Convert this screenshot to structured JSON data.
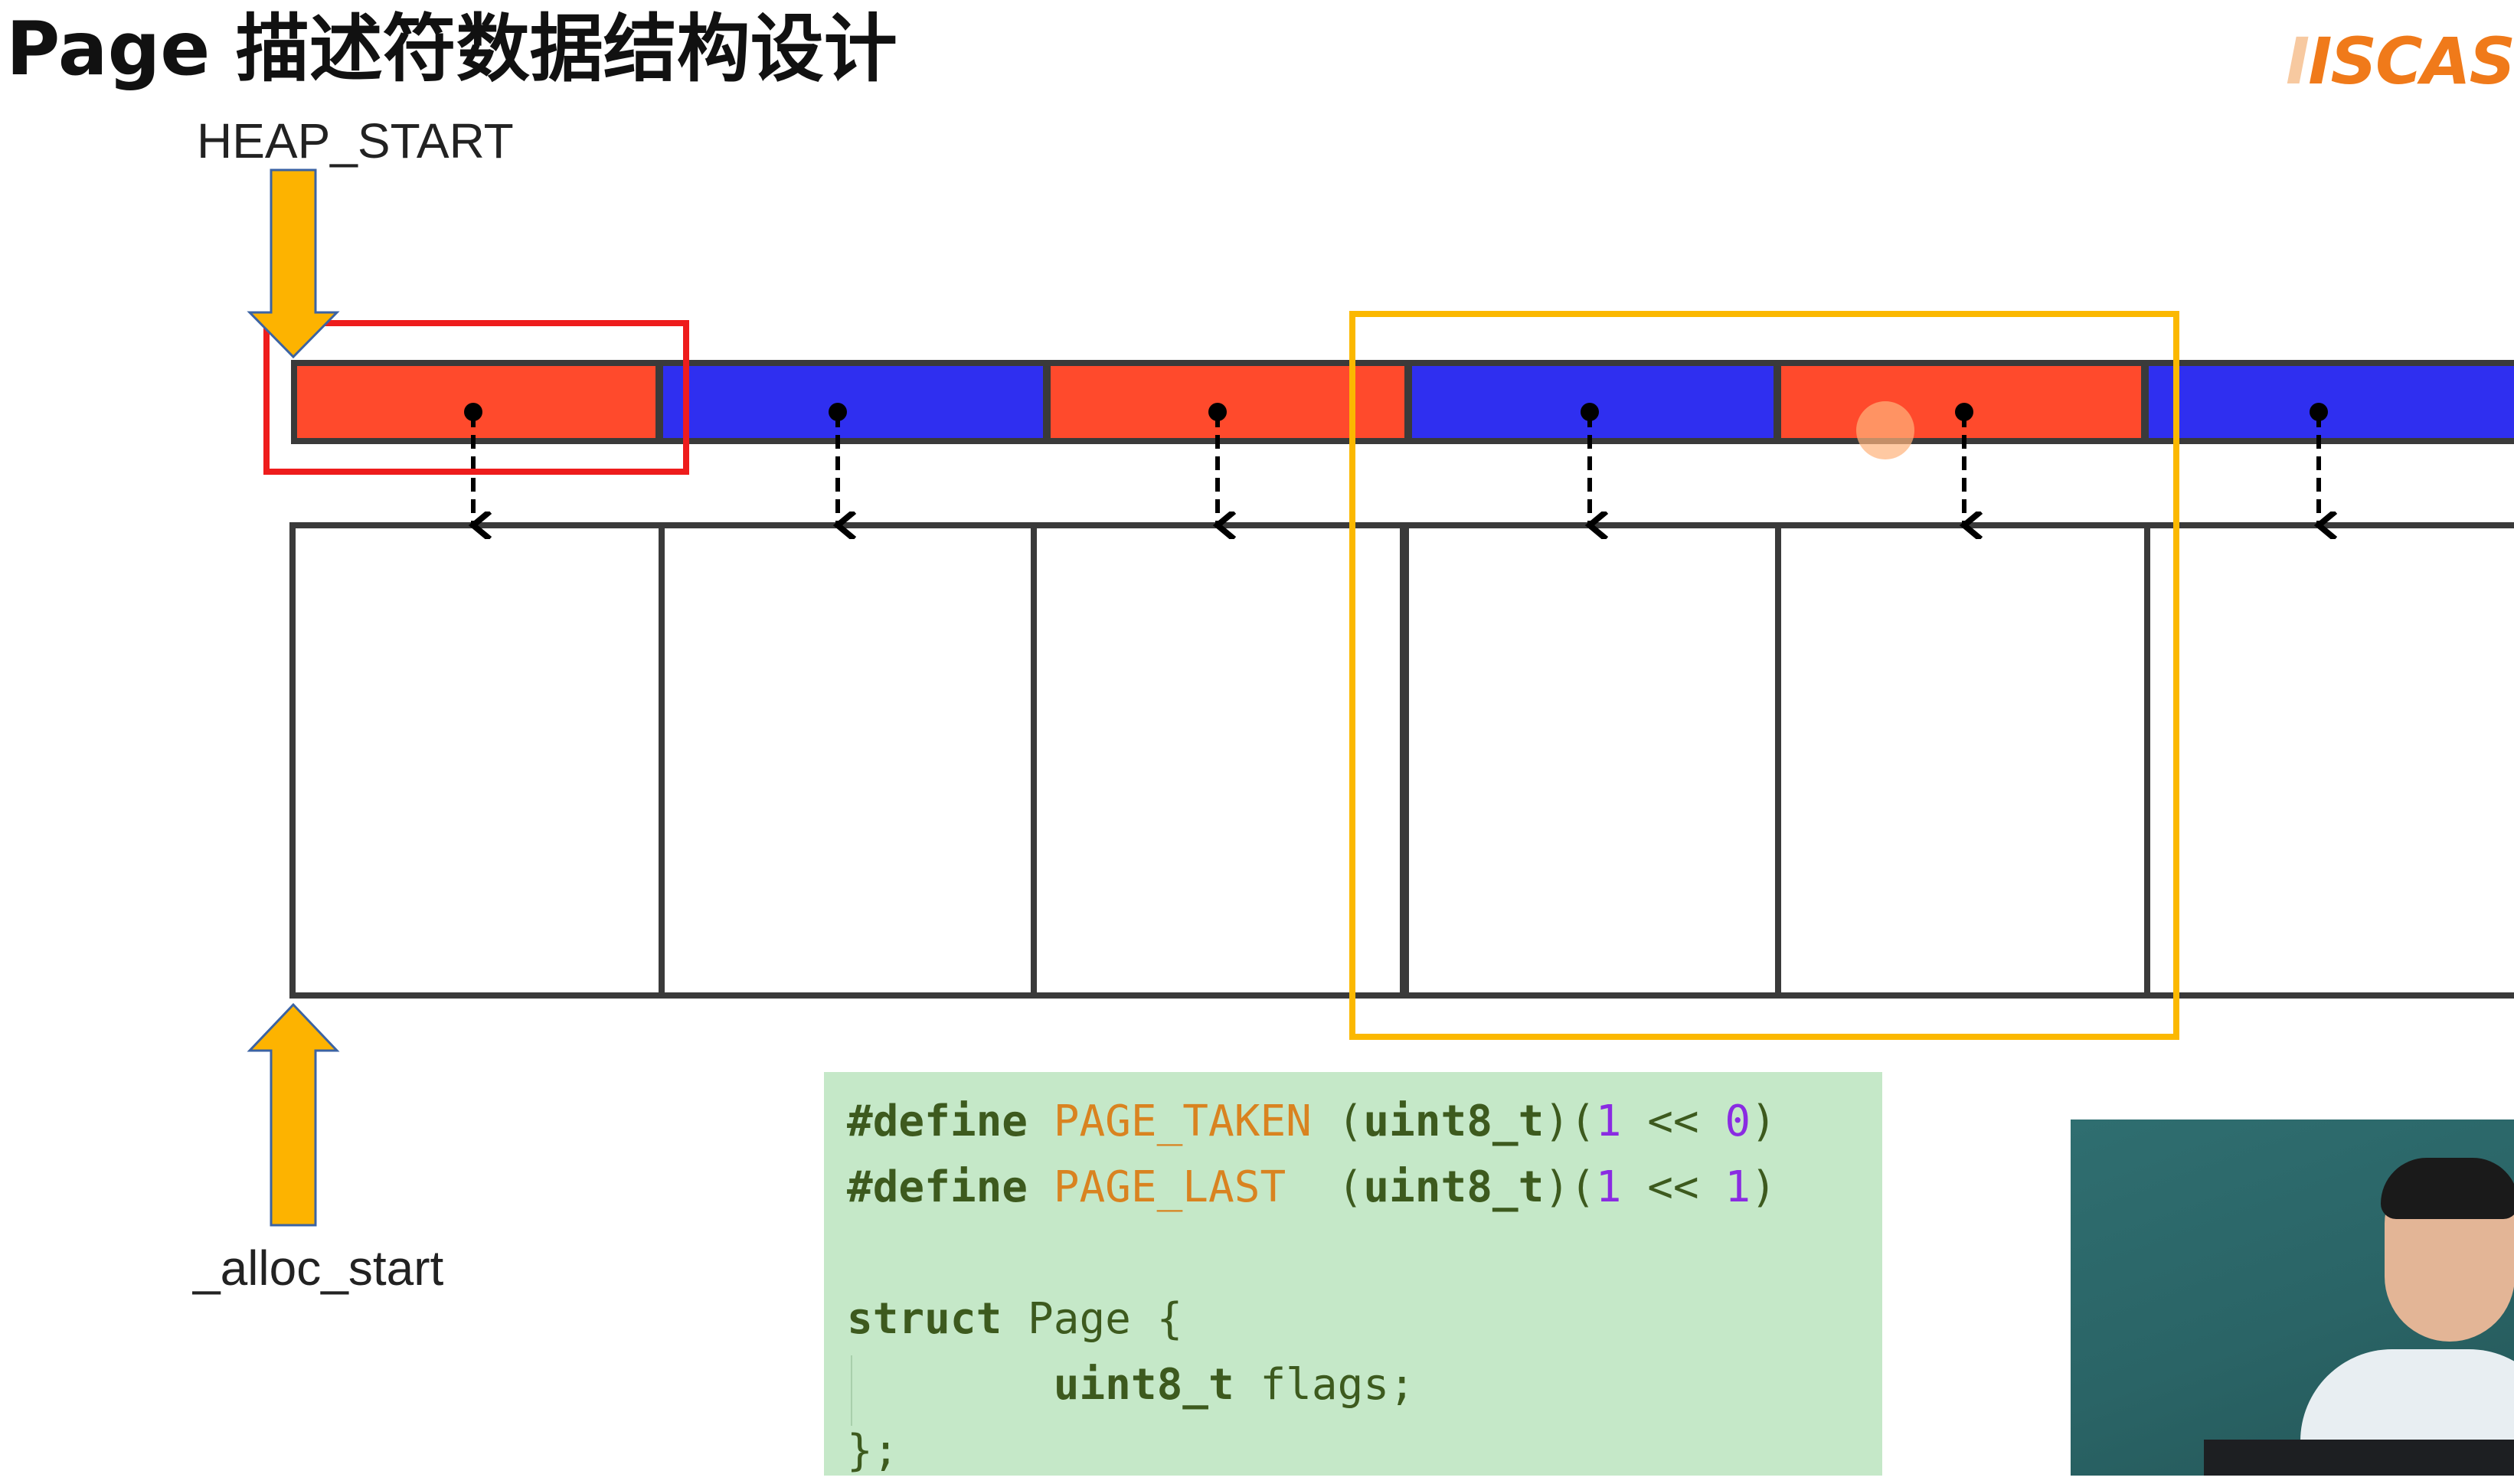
{
  "slide": {
    "title": "Page 描述符数据结构设计",
    "logo_text": "ISCAS"
  },
  "labels": {
    "heap_start": "HEAP_START",
    "alloc_start": "_alloc_start"
  },
  "colors": {
    "descriptor_taken": "#ff4a2c",
    "descriptor_free": "#2f2ff0",
    "arrow_fill": "#fdb300",
    "highlight_red": "#ee1c1c",
    "highlight_yellow": "#fbb800",
    "code_background": "#c5e8c8"
  },
  "descriptors": [
    {
      "state": "taken"
    },
    {
      "state": "free"
    },
    {
      "state": "taken"
    },
    {
      "state": "free"
    },
    {
      "state": "taken"
    },
    {
      "state": "free"
    }
  ],
  "code": {
    "line1": {
      "kw": "#define",
      "name": "PAGE_TAKEN",
      "type": "uint8_t",
      "num_a": "1",
      "num_b": "0"
    },
    "line2": {
      "kw": "#define",
      "name": "PAGE_LAST",
      "type": "uint8_t",
      "num_a": "1",
      "num_b": "1"
    },
    "line4": {
      "kw": "struct",
      "name": "Page"
    },
    "line5": {
      "type": "uint8_t",
      "field": "flags"
    },
    "line6": {
      "text": "};"
    }
  }
}
